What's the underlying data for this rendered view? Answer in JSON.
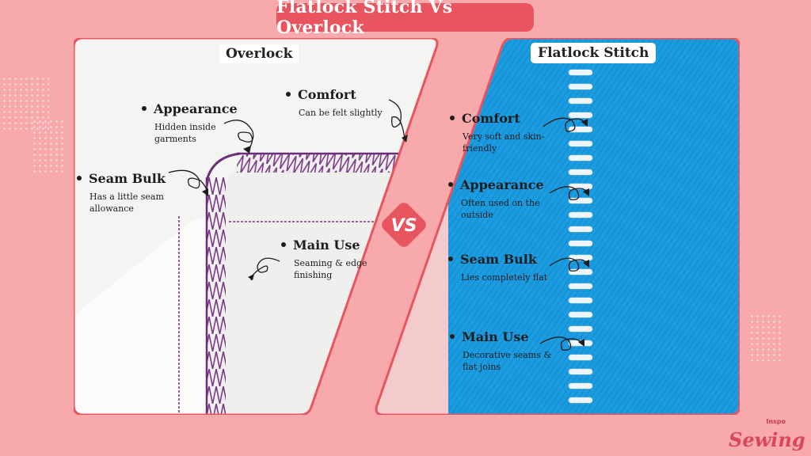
{
  "title": "Flatlock Stitch Vs Overlock",
  "badge": "VS",
  "logo": {
    "small": "Inspo",
    "main": "Sewing"
  },
  "overlock": {
    "title": "Overlock",
    "items": [
      {
        "head": "Appearance",
        "sub": [
          "Hidden inside",
          "garments"
        ]
      },
      {
        "head": "Comfort",
        "sub": [
          "Can be felt slightly"
        ]
      },
      {
        "head": "Seam Bulk",
        "sub": [
          "Has a little seam",
          "allowance"
        ]
      },
      {
        "head": "Main Use",
        "sub": [
          "Seaming & edge",
          "finishing"
        ]
      }
    ]
  },
  "flatlock": {
    "title": "Flatlock Stitch",
    "items": [
      {
        "head": "Comfort",
        "sub": [
          "Very soft and skin-",
          "friendly"
        ]
      },
      {
        "head": "Appearance",
        "sub": [
          "Often used on the",
          "outside"
        ]
      },
      {
        "head": "Seam Bulk",
        "sub": [
          "Lies completely flat"
        ]
      },
      {
        "head": "Main Use",
        "sub": [
          "Decorative seams &",
          "flat joins"
        ]
      }
    ]
  },
  "colors": {
    "background": "#f7a9ac",
    "accent": "#e8555f",
    "fabric_blue": "#1b9be0",
    "thread_purple": "#7a3a86"
  }
}
